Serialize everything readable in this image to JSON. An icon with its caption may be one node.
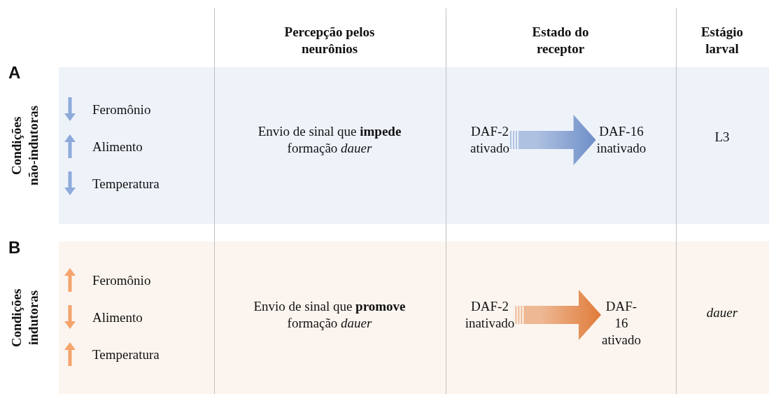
{
  "diagram": {
    "nodes": [
      {
        "text": [
          "Feromônio",
          "Alimento",
          "Temperatura",
          "Envio de sinal que **impede** formação *dauer*",
          "L3"
        ]
      },
      {
        "text": [
          "DAF-2 ativado"
        ],
        "in": 0
      },
      {
        "text": [
          "DAF-16 inativado"
        ],
        "in": 0
      },
      {
        "text": [
          "Feromônio",
          "Alimento",
          "Temperatura",
          "Envio de sinal que **promove** formação *dauer*",
          "dauer"
        ]
      },
      {
        "text": [
          "DAF-2 inativado"
        ],
        "in": 3
      },
      {
        "text": [
          "DAF-16 ativado"
        ],
        "in": 3
      }
    ],
    "edges": [
      {
        "from": 1,
        "to": 2,
        "arrow": "to",
        "color": "#6f8fc8"
      },
      {
        "from": 4,
        "to": 5,
        "arrow": "to",
        "color": "#e07b39"
      }
    ],
    "labels": [
      "Percepção pelos neurônios",
      "Estado do receptor",
      "Estágio larval",
      "A",
      "Condições não-indutoras",
      "B",
      "Condições indutoras"
    ]
  }
}
